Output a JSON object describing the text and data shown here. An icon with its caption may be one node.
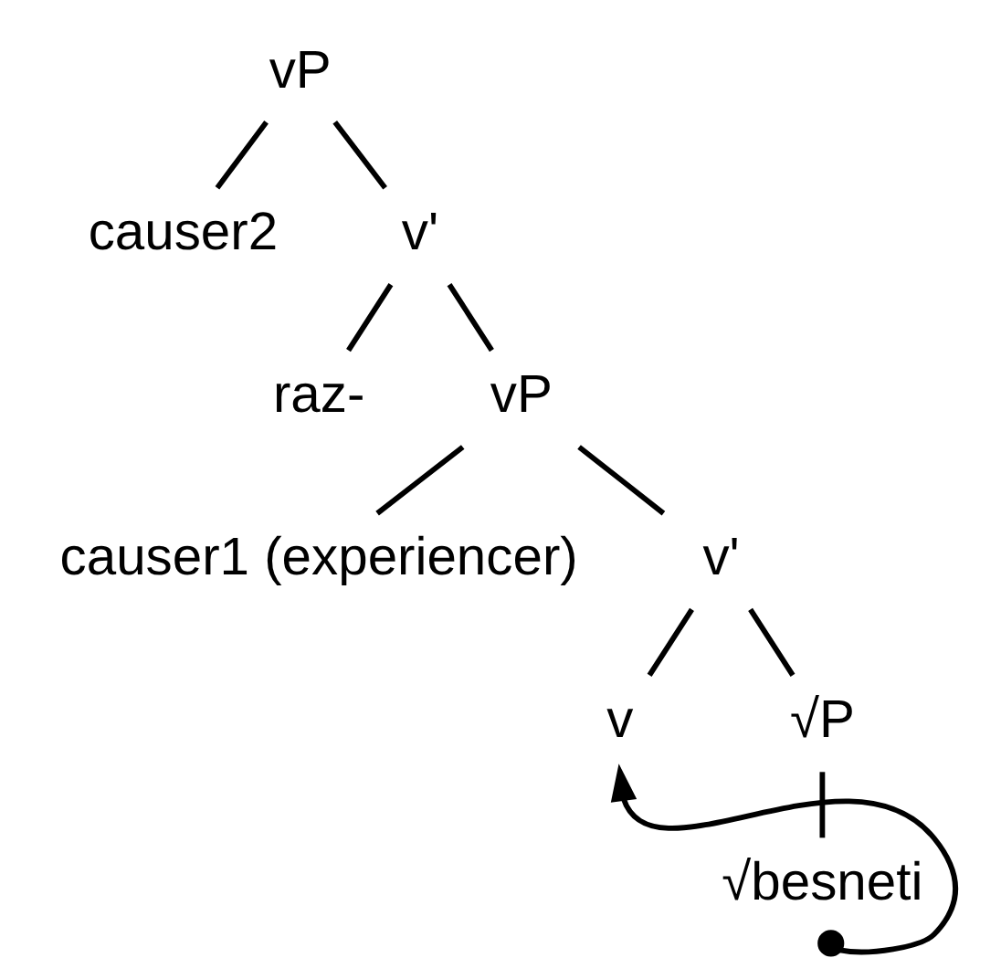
{
  "diagram": {
    "nodes": [
      {
        "text": [
          "vP"
        ]
      },
      {
        "text": [
          "causer2"
        ]
      },
      {
        "text": [
          "v'"
        ]
      },
      {
        "text": [
          "raz-"
        ]
      },
      {
        "text": [
          "vP"
        ]
      },
      {
        "text": [
          "causer1 (experiencer)"
        ]
      },
      {
        "text": [
          "v'"
        ]
      },
      {
        "text": [
          "v"
        ]
      },
      {
        "text": [
          "√P"
        ]
      },
      {
        "text": [
          "√besneti"
        ]
      }
    ],
    "edges": [
      {
        "from": 0,
        "to": 1,
        "arrow": "none"
      },
      {
        "from": 0,
        "to": 2,
        "arrow": "none"
      },
      {
        "from": 2,
        "to": 3,
        "arrow": "none"
      },
      {
        "from": 2,
        "to": 4,
        "arrow": "none"
      },
      {
        "from": 4,
        "to": 5,
        "arrow": "none"
      },
      {
        "from": 4,
        "to": 6,
        "arrow": "none"
      },
      {
        "from": 6,
        "to": 7,
        "arrow": "none"
      },
      {
        "from": 6,
        "to": 8,
        "arrow": "none"
      },
      {
        "from": 8,
        "to": 9,
        "arrow": "none"
      },
      {
        "from": 9,
        "to": 7,
        "arrow": "to"
      }
    ]
  }
}
